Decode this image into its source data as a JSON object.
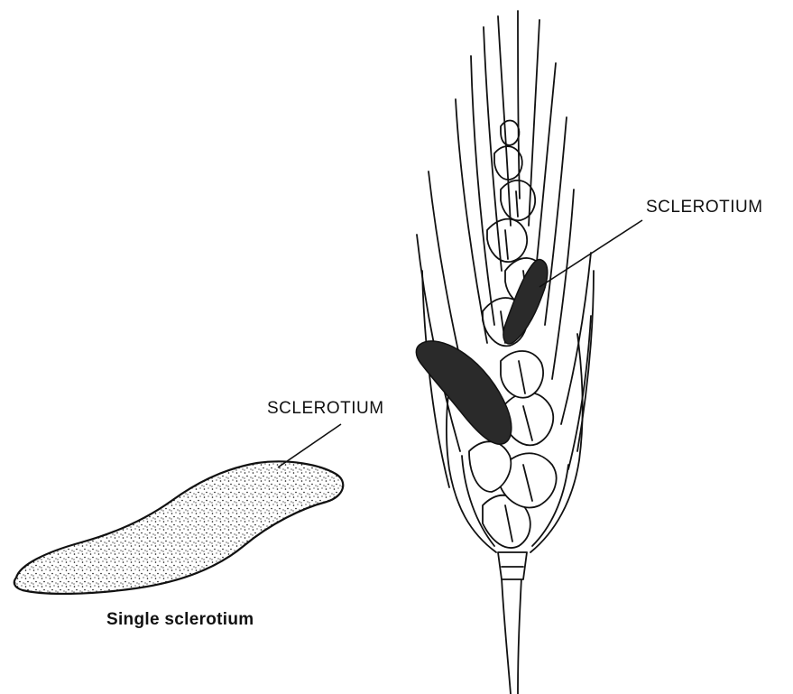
{
  "labels": {
    "ear_sclerotium": "SCLEROTIUM",
    "single_sclerotium_label": "SCLEROTIUM",
    "caption": "Single sclerotium"
  },
  "colors": {
    "ink": "#111111",
    "sclerotium_fill": "#2a2a2a",
    "background": "#ffffff"
  }
}
